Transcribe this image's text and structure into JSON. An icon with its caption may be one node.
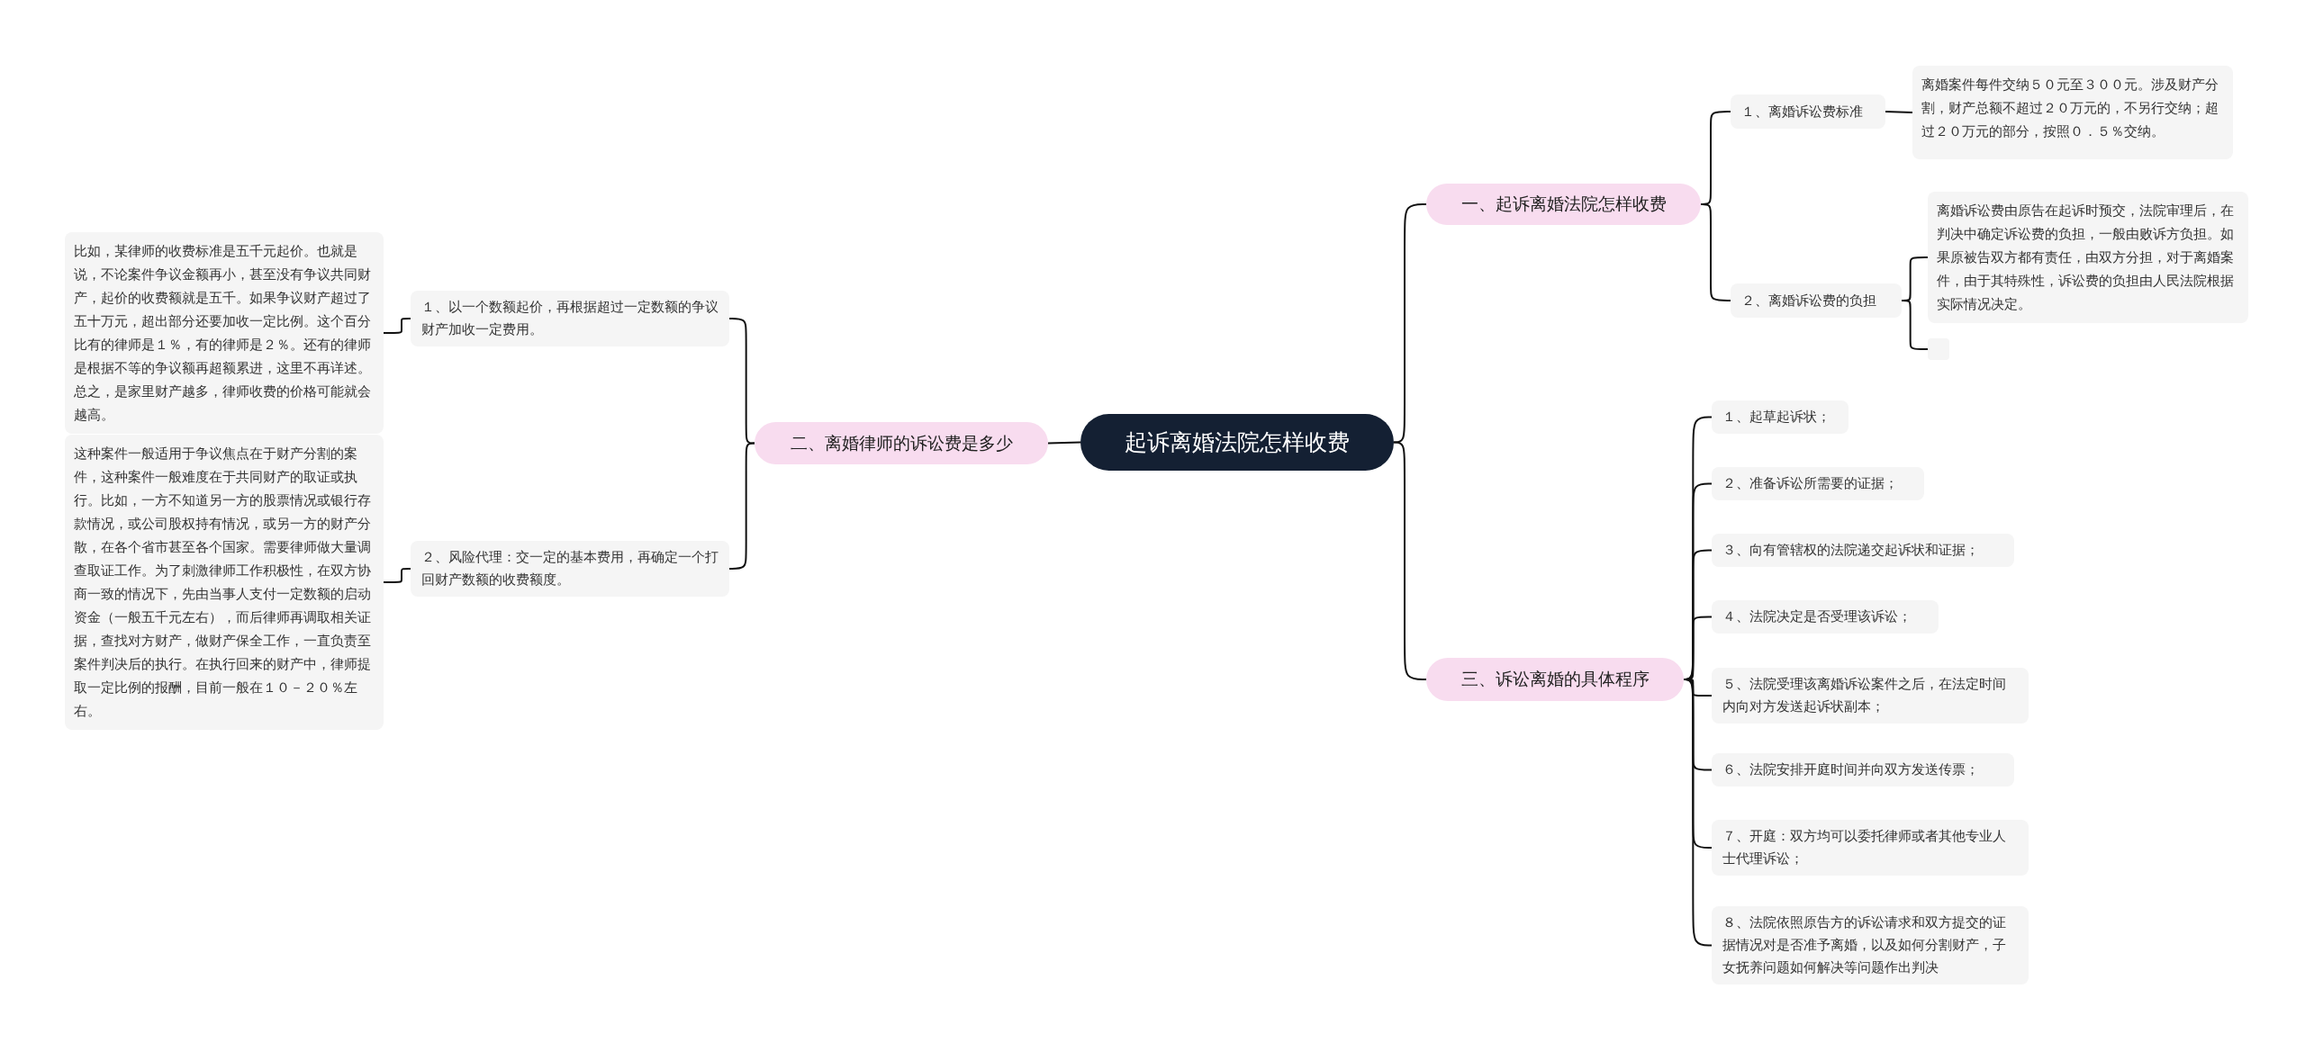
{
  "diagram": {
    "nodes": [
      {
        "text": [
          "起诉离婚法院怎样收费"
        ]
      },
      {
        "text": [
          "一、起诉离婚法院怎样收费"
        ]
      },
      {
        "text": [
          "１、离婚诉讼费标准"
        ]
      },
      {
        "text": [
          "离婚案件每件交纳５０元至３００元。涉及财产分割，财产总额不超过２０万元的，不另行交纳；超过２０万元的部分，按照０．５％交纳。"
        ]
      },
      {
        "text": [
          "２、离婚诉讼费的负担"
        ]
      },
      {
        "text": [
          "离婚诉讼费由原告在起诉时预交，法院审理后，在判决中确定诉讼费的负担，一般由败诉方负担。如果原被告双方都有责任，由双方分担，对于离婚案件，由于其特殊性，诉讼费的负担由人民法院根据实际情况决定。"
        ]
      },
      {
        "text": [],
        "shape": "box"
      },
      {
        "text": [
          "二、离婚律师的诉讼费是多少"
        ]
      },
      {
        "text": [
          "１、以一个数额起价，再根据超过一定数额的争议财产加收一定费用。"
        ]
      },
      {
        "text": [
          "比如，某律师的收费标准是五千元起价。也就是说，不论案件争议金额再小，甚至没有争议共同财产，起价的收费额就是五千。如果争议财产超过了五十万元，超出部分还要加收一定比例。这个百分比有的律师是１％，有的律师是２％。还有的律师是根据不等的争议额再超额累进，这里不再详述。总之，是家里财产越多，律师收费的价格可能就会越高。"
        ]
      },
      {
        "text": [
          "２、风险代理：交一定的基本费用，再确定一个打回财产数额的收费额度。"
        ]
      },
      {
        "text": [
          "这种案件一般适用于争议焦点在于财产分割的案件，这种案件一般难度在于共同财产的取证或执行。比如，一方不知道另一方的股票情况或银行存款情况，或公司股权持有情况，或另一方的财产分散，在各个省市甚至各个国家。需要律师做大量调查取证工作。为了刺激律师工作积极性，在双方协商一致的情况下，先由当事人支付一定数额的启动资金（一般五千元左右），而后律师再调取相关证据，查找对方财产，做财产保全工作，一直负责至案件判决后的执行。在执行回来的财产中，律师提取一定比例的报酬，目前一般在１０－２０％左右。"
        ]
      },
      {
        "text": [
          "三、诉讼离婚的具体程序"
        ]
      },
      {
        "text": [
          "１、起草起诉状；"
        ]
      },
      {
        "text": [
          "２、准备诉讼所需要的证据；"
        ]
      },
      {
        "text": [
          "３、向有管辖权的法院递交起诉状和证据；"
        ]
      },
      {
        "text": [
          "４、法院决定是否受理该诉讼；"
        ]
      },
      {
        "text": [
          "５、法院受理该离婚诉讼案件之后，在法定时间内向对方发送起诉状副本；"
        ]
      },
      {
        "text": [
          "６、法院安排开庭时间并向双方发送传票；"
        ]
      },
      {
        "text": [
          "７、开庭：双方均可以委托律师或者其他专业人士代理诉讼；"
        ]
      },
      {
        "text": [
          "８、法院依照原告方的诉讼请求和双方提交的证据情况对是否准予离婚，以及如何分割财产，子女抚养问题如何解决等问题作出判决"
        ]
      }
    ],
    "edges": [
      {
        "from": 0,
        "to": 1,
        "arrow": "none"
      },
      {
        "from": 1,
        "to": 2,
        "arrow": "none"
      },
      {
        "from": 2,
        "to": 3,
        "arrow": "none"
      },
      {
        "from": 1,
        "to": 4,
        "arrow": "none"
      },
      {
        "from": 4,
        "to": 5,
        "arrow": "none"
      },
      {
        "from": 4,
        "to": 6,
        "arrow": "none"
      },
      {
        "from": 0,
        "to": 7,
        "arrow": "none"
      },
      {
        "from": 7,
        "to": 8,
        "arrow": "none"
      },
      {
        "from": 8,
        "to": 9,
        "arrow": "none"
      },
      {
        "from": 7,
        "to": 10,
        "arrow": "none"
      },
      {
        "from": 10,
        "to": 11,
        "arrow": "none"
      },
      {
        "from": 0,
        "to": 12,
        "arrow": "none"
      },
      {
        "from": 12,
        "to": 13,
        "arrow": "none"
      },
      {
        "from": 12,
        "to": 14,
        "arrow": "none"
      },
      {
        "from": 12,
        "to": 15,
        "arrow": "none"
      },
      {
        "from": 12,
        "to": 16,
        "arrow": "none"
      },
      {
        "from": 12,
        "to": 17,
        "arrow": "none"
      },
      {
        "from": 12,
        "to": 18,
        "arrow": "none"
      },
      {
        "from": 12,
        "to": 19,
        "arrow": "none"
      },
      {
        "from": 12,
        "to": 20,
        "arrow": "none"
      }
    ]
  }
}
